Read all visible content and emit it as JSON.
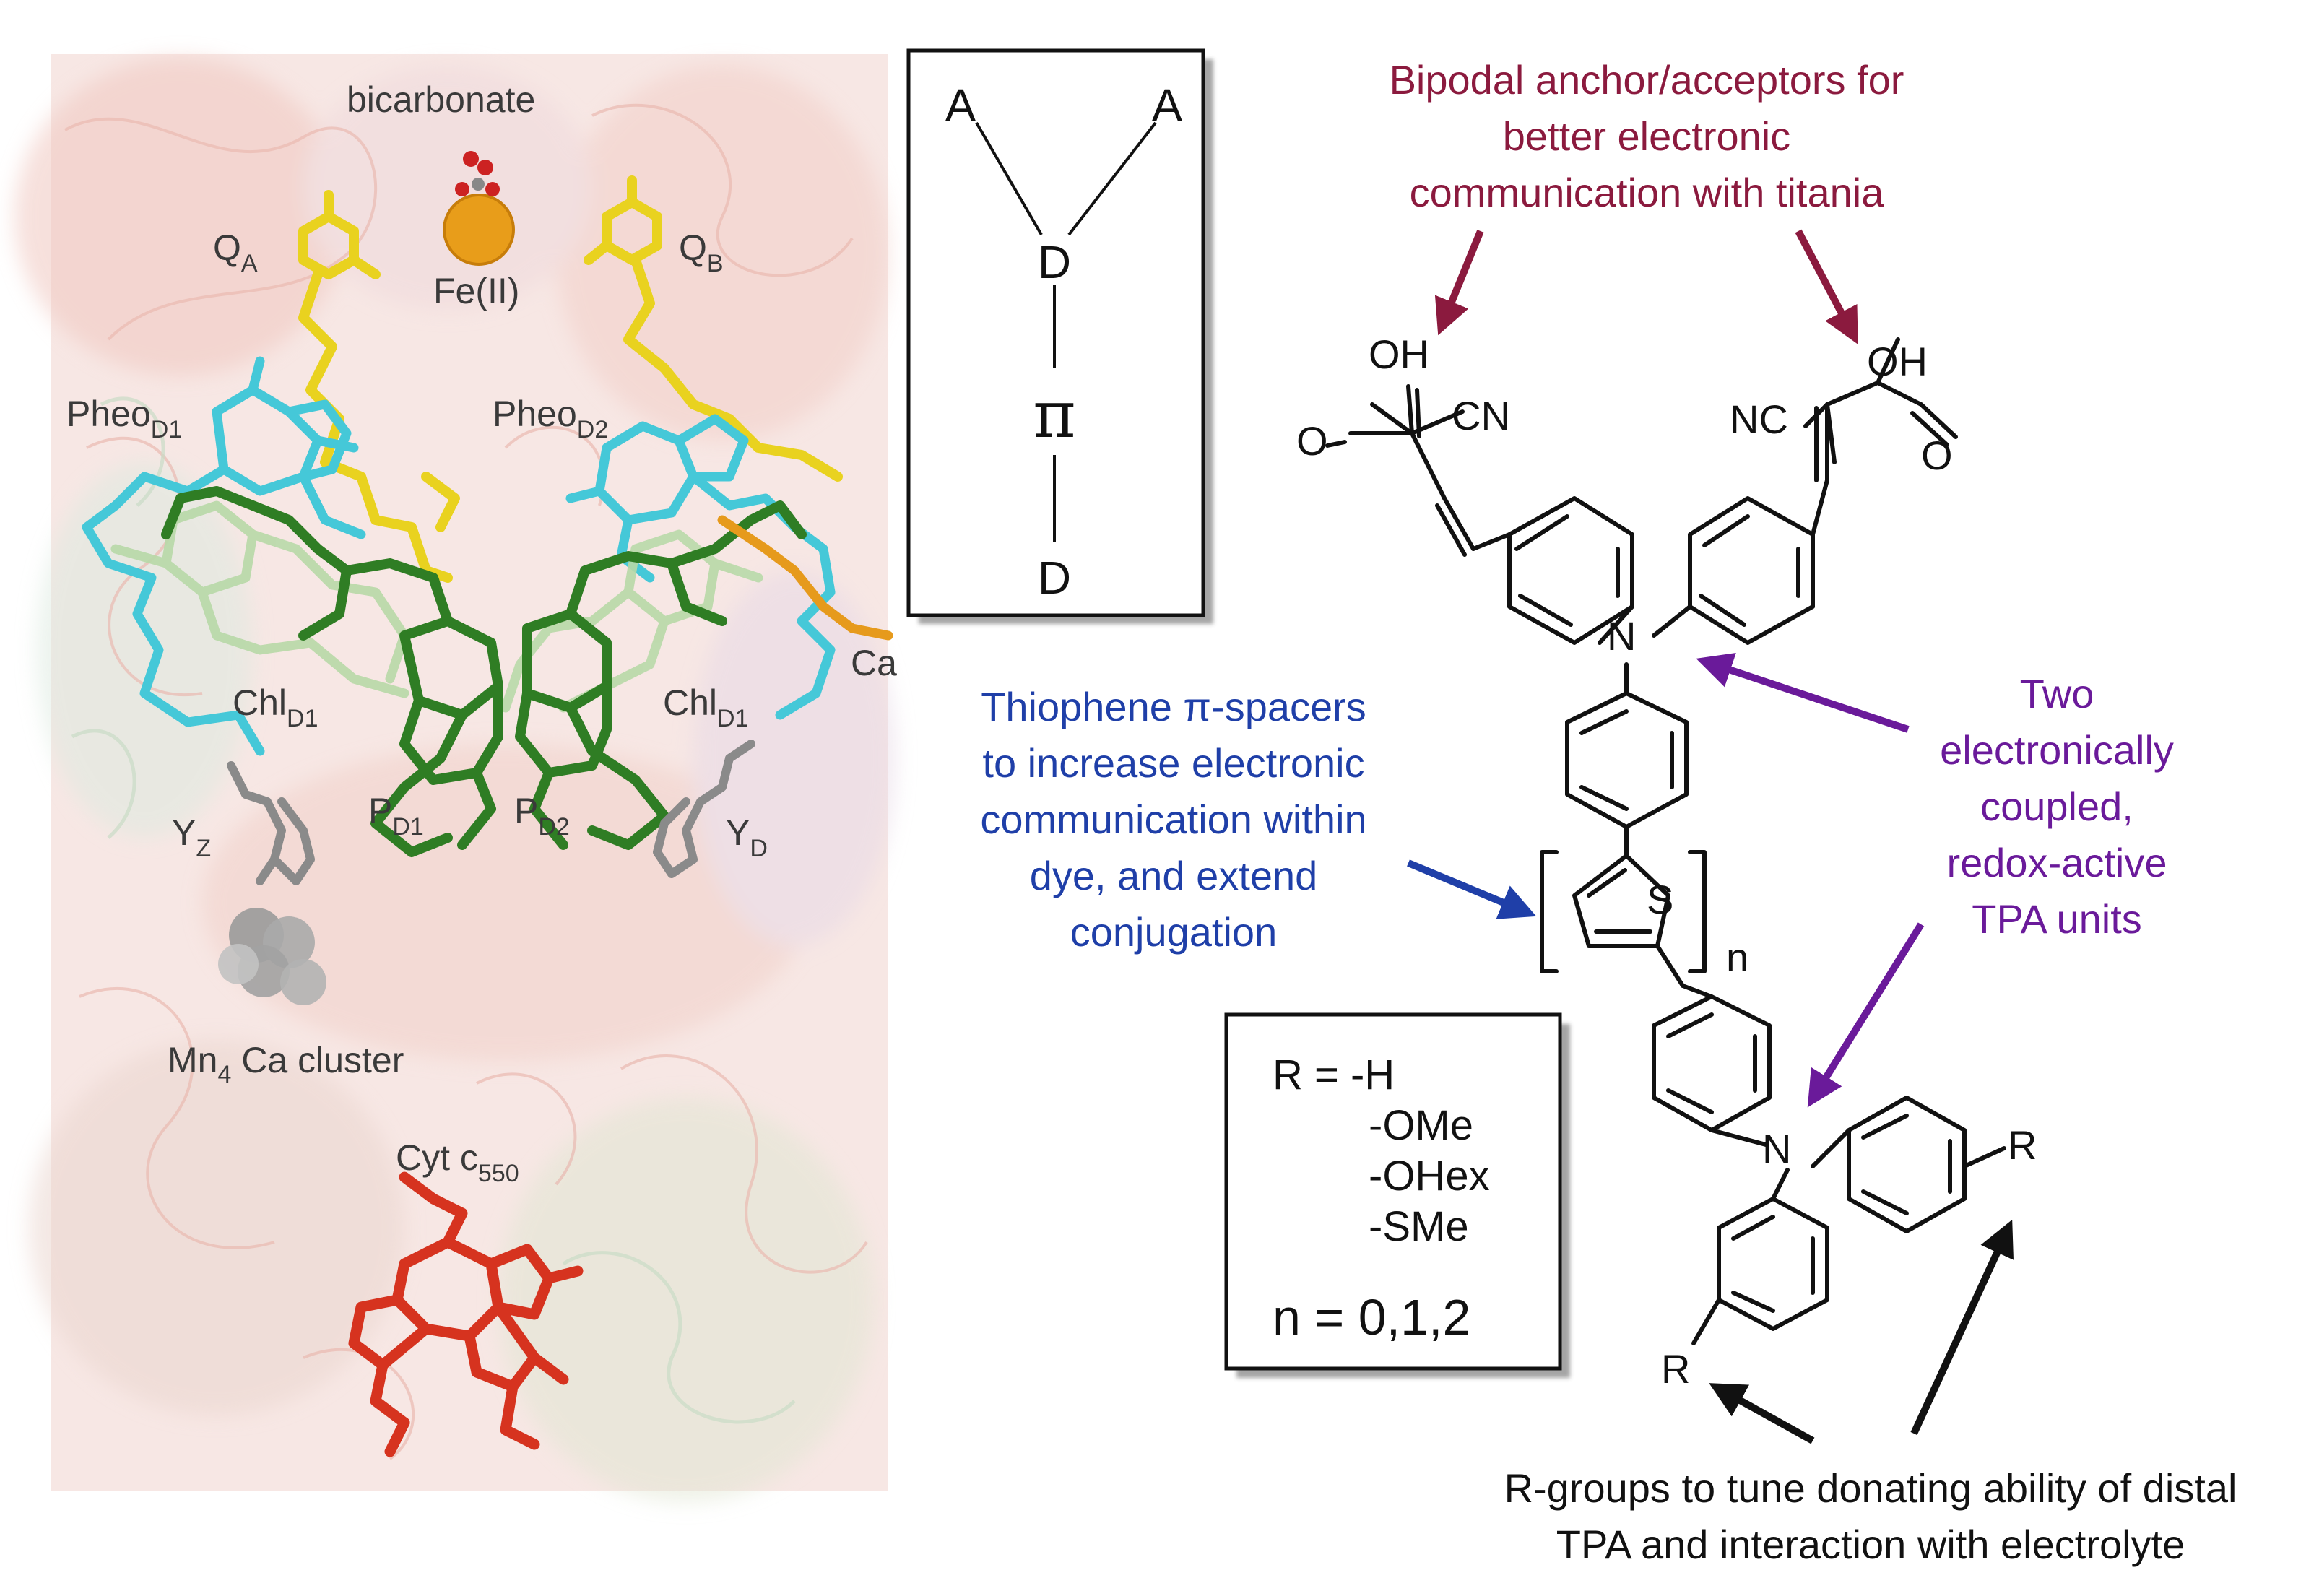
{
  "protein_panel": {
    "bicarbonate": "bicarbonate",
    "fe": "Fe(II)",
    "qa": {
      "main": "Q",
      "sub": "A"
    },
    "qb": {
      "main": "Q",
      "sub": "B"
    },
    "pheo_d1": {
      "main": "Pheo",
      "sub": "D1"
    },
    "pheo_d2": {
      "main": "Pheo",
      "sub": "D2"
    },
    "chl_left": {
      "main": "Chl",
      "sub": "D1"
    },
    "chl_right": {
      "main": "Chl",
      "sub": "D1"
    },
    "pd1": {
      "main": "P",
      "sub": "D1"
    },
    "pd2": {
      "main": "P",
      "sub": "D2"
    },
    "yz": {
      "main": "Y",
      "sub": "Z"
    },
    "yd": {
      "main": "Y",
      "sub": "D"
    },
    "mn_cluster": {
      "pre": "Mn",
      "sub": "4",
      "post": " Ca cluster"
    },
    "cyt": {
      "main": "Cyt c",
      "sub": "550"
    },
    "cut_label": "Ca"
  },
  "schematic": {
    "a_left": "A",
    "a_right": "A",
    "d_top": "D",
    "pi": "π",
    "d_bottom": "D"
  },
  "annotations": {
    "anchor": [
      "Bipodal anchor/acceptors for",
      "better electronic",
      "communication with titania"
    ],
    "thiophene": [
      "Thiophene π-spacers",
      "to increase electronic",
      "communication within",
      "dye, and extend",
      "conjugation"
    ],
    "tpa": [
      "Two",
      "electronically",
      "coupled,",
      "redox-active",
      "TPA units"
    ],
    "rgroups": [
      "R-groups to tune donating ability of distal",
      "TPA and interaction with electrolyte"
    ]
  },
  "structure_atoms": {
    "oh": "OH",
    "o": "O",
    "cn": "CN",
    "nc": "NC",
    "n": "N",
    "s": "S",
    "r": "R",
    "n_sub": "n"
  },
  "substituent_box": {
    "r_label": "R = -H",
    "options": [
      "-OMe",
      "-OHex",
      "-SMe"
    ],
    "n_label": "n = 0,1,2"
  },
  "colors": {
    "anchor_text": "#8b1a3e",
    "thiophene_text": "#1f3fa8",
    "tpa_text": "#6a1a9a",
    "black_text": "#111111",
    "yellow": "#e9d21f",
    "cyan": "#45c8d8",
    "dark_green": "#2f7d24",
    "red": "#d6331f",
    "orange": "#e69a1c"
  }
}
